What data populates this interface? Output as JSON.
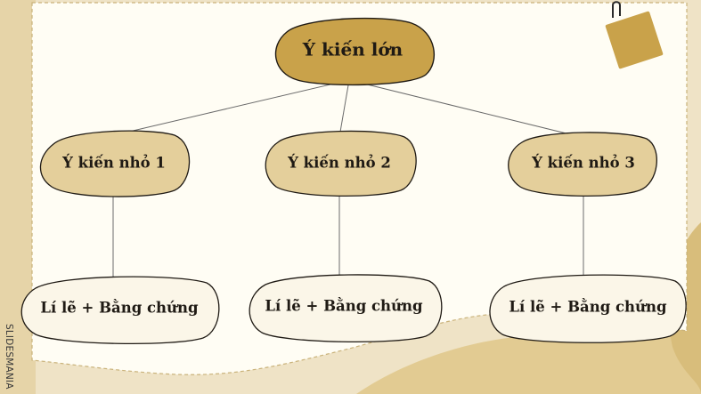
{
  "diagram": {
    "root": {
      "label": "Ý kiến lớn"
    },
    "branches": [
      {
        "idea": "Ý kiến nhỏ 1",
        "support": "Lí lẽ + Bằng chứng"
      },
      {
        "idea": "Ý kiến nhỏ 2",
        "support": "Lí lẽ + Bằng chứng"
      },
      {
        "idea": "Ý kiến nhỏ 3",
        "support": "Lí lẽ + Bằng chứng"
      }
    ]
  },
  "watermark": "SLIDESMANIA",
  "colors": {
    "background_beige": "#efe3c6",
    "paper": "#fffdf4",
    "root_fill": "#c9a24a",
    "idea_fill": "#e4cf9b",
    "support_fill": "#fbf6e8",
    "outline": "#1f1a14",
    "connector": "#6b6b6b",
    "sticky_note": "#c9a24a"
  }
}
